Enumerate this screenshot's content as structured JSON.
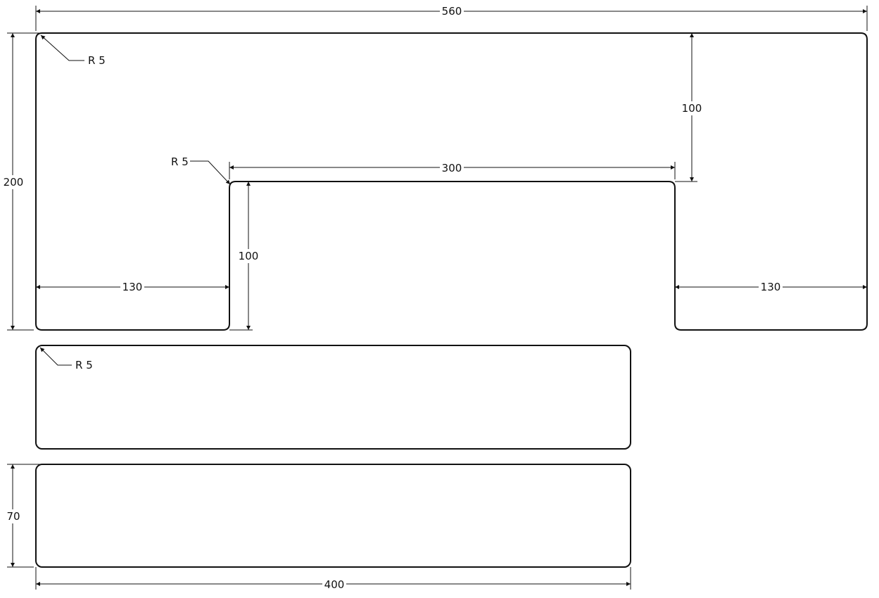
{
  "drawing": {
    "line_color": "#111111",
    "background_color": "#ffffff"
  },
  "dimensions": {
    "overall_width": "560",
    "overall_height": "200",
    "top_corner_radius": "R 5",
    "notch_corner_radius": "R 5",
    "notch_width": "300",
    "notch_depth_right": "100",
    "notch_depth_left": "100",
    "left_leg_width": "130",
    "right_leg_width": "130",
    "strip_corner_radius": "R 5",
    "strip_height": "70",
    "strip_width": "400"
  }
}
